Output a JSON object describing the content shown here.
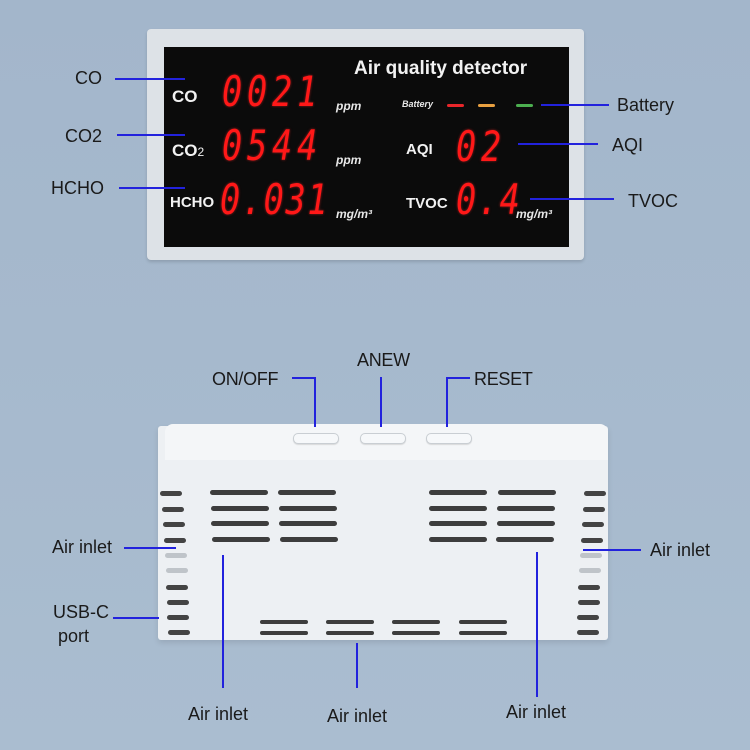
{
  "front": {
    "title": "Air quality detector",
    "readings": [
      {
        "label": "CO",
        "value": "0021",
        "unit": "ppm"
      },
      {
        "label": "CO2",
        "value": "0544",
        "unit": "ppm"
      },
      {
        "label": "HCHO",
        "value": "0.031",
        "unit": "mg/m³"
      }
    ],
    "right_readings": [
      {
        "label": "AQI",
        "value": "02",
        "unit": ""
      },
      {
        "label": "TVOC",
        "value": "0.4",
        "unit": "mg/m³"
      }
    ],
    "battery": {
      "label": "Battery",
      "colors": [
        "#e8262a",
        "#e8a040",
        "#4caf50"
      ]
    },
    "callouts": {
      "co": "CO",
      "co2": "CO2",
      "hcho": "HCHO",
      "battery": "Battery",
      "aqi": "AQI",
      "tvoc": "TVOC"
    }
  },
  "back": {
    "buttons": [
      "ON/OFF",
      "ANEW",
      "RESET"
    ],
    "callouts": {
      "air_inlet_left": "Air inlet",
      "usb": "USB-C",
      "usb_line2": "port",
      "air_inlet_right": "Air inlet",
      "air_inlet_bottom_left": "Air inlet",
      "air_inlet_bottom_center": "Air inlet",
      "air_inlet_bottom_right": "Air inlet"
    }
  },
  "colors": {
    "callout_line": "#2222dd",
    "led_digit": "#ff1818",
    "background": "#a5b8cc"
  }
}
